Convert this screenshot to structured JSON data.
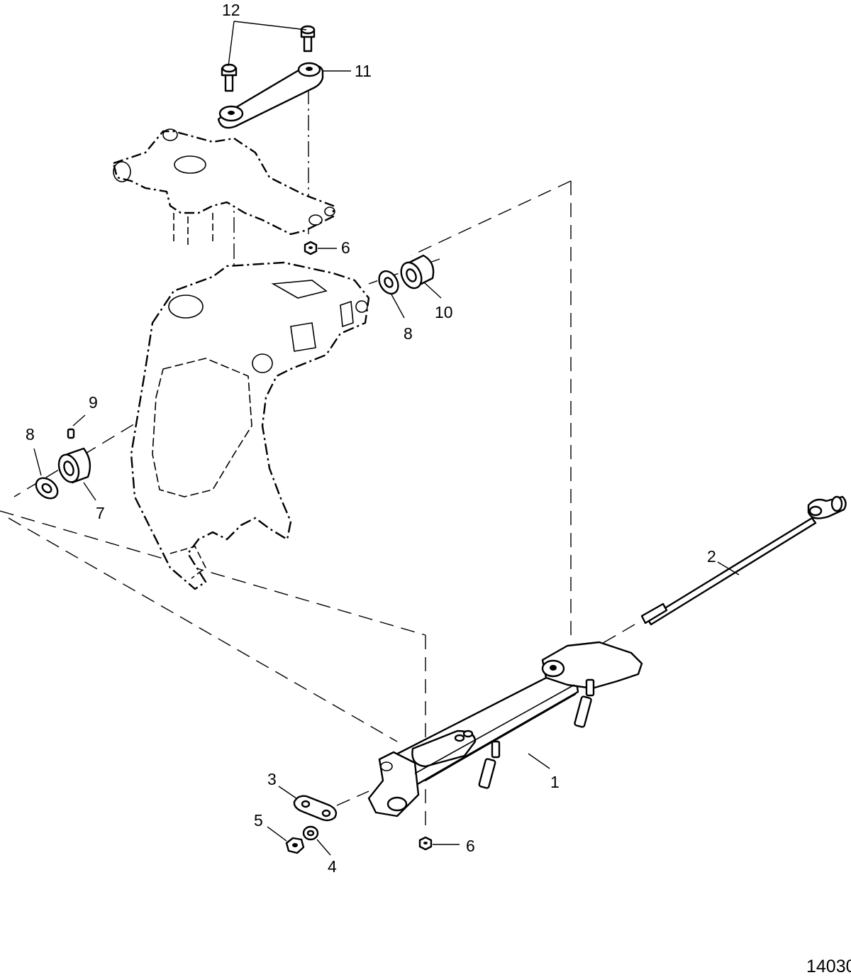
{
  "figure_number": "14030",
  "callouts": {
    "c1": "1",
    "c2": "2",
    "c3": "3",
    "c4": "4",
    "c5": "5",
    "c6a": "6",
    "c6b": "6",
    "c7": "7",
    "c8a": "8",
    "c8b": "8",
    "c9": "9",
    "c10": "10",
    "c11": "11",
    "c12": "12"
  }
}
